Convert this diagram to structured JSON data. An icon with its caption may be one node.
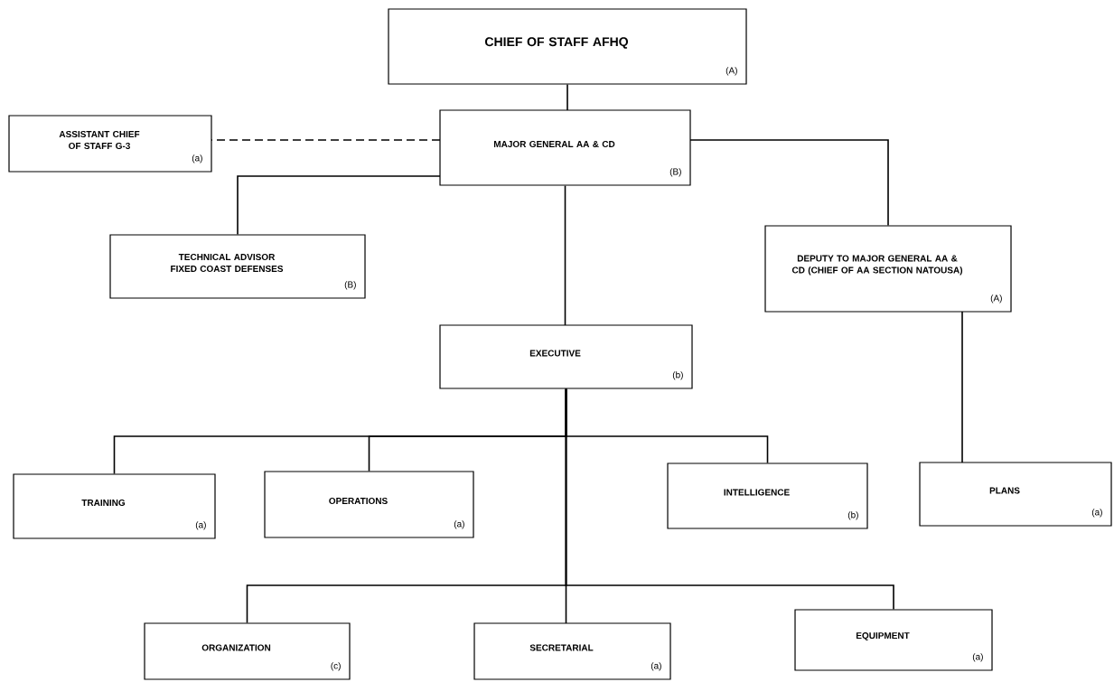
{
  "diagram": {
    "nodes": [
      {
        "text": [
          "CHIEF OF STAFF AFHQ",
          "(A)"
        ]
      },
      {
        "text": [
          "ASSISTANT CHIEF OF STAFF G-3",
          "(a)"
        ]
      },
      {
        "text": [
          "MAJOR GENERAL AA & CD",
          "(B)"
        ]
      },
      {
        "text": [
          "TECHNICAL ADVISOR FIXED COAST DEFENSES",
          "(B)"
        ]
      },
      {
        "text": [
          "DEPUTY TO MAJOR GENERAL AA & CD (CHIEF OF AA SECTION NATOUSA)",
          "(A)"
        ]
      },
      {
        "text": [
          "EXECUTIVE",
          "(b)"
        ]
      },
      {
        "text": [
          "TRAINING",
          "(a)"
        ]
      },
      {
        "text": [
          "OPERATIONS",
          "(a)"
        ]
      },
      {
        "text": [
          "INTELLIGENCE",
          "(b)"
        ]
      },
      {
        "text": [
          "PLANS",
          "(a)"
        ]
      },
      {
        "text": [
          "ORGANIZATION",
          "(c)"
        ]
      },
      {
        "text": [
          "SECRETARIAL",
          "(a)"
        ]
      },
      {
        "text": [
          "EQUIPMENT",
          "(a)"
        ]
      }
    ],
    "edges": [
      {
        "from": 0,
        "to": 2,
        "arrow": "none"
      },
      {
        "from": 2,
        "to": 1,
        "arrow": "none",
        "style": "dashed"
      },
      {
        "from": 2,
        "to": 3,
        "arrow": "none"
      },
      {
        "from": 2,
        "to": 4,
        "arrow": "none"
      },
      {
        "from": 2,
        "to": 5,
        "arrow": "none"
      },
      {
        "from": 4,
        "to": 9,
        "arrow": "none"
      },
      {
        "from": 5,
        "to": 6,
        "arrow": "none"
      },
      {
        "from": 5,
        "to": 7,
        "arrow": "none"
      },
      {
        "from": 5,
        "to": 8,
        "arrow": "none"
      },
      {
        "from": 5,
        "to": 10,
        "arrow": "none"
      },
      {
        "from": 5,
        "to": 11,
        "arrow": "none"
      },
      {
        "from": 5,
        "to": 12,
        "arrow": "none"
      }
    ]
  }
}
